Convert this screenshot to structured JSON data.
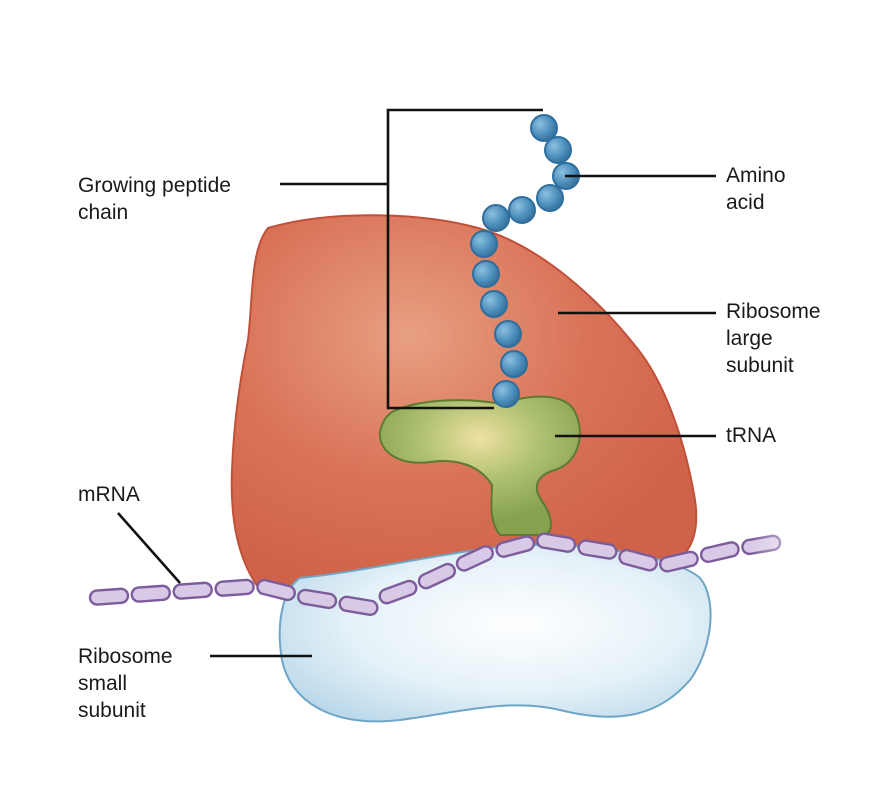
{
  "labels": {
    "peptide_chain": [
      "Growing peptide",
      "chain"
    ],
    "amino_acid": [
      "Amino",
      "acid"
    ],
    "large_subunit": [
      "Ribosome",
      "large",
      "subunit"
    ],
    "trna": [
      "tRNA"
    ],
    "mrna": [
      "mRNA"
    ],
    "small_subunit": [
      "Ribosome",
      "small",
      "subunit"
    ]
  },
  "colors": {
    "large_subunit": "#d5694e",
    "large_subunit_outline": "#c1503a",
    "small_subunit": "#d4e9f3",
    "small_subunit_outline": "#6fa6c8",
    "trna": "#93ad5c",
    "trna_outline": "#5f7a32",
    "amino_acid": "#4e8fbc",
    "amino_acid_outline": "#2f6f9e",
    "mrna": "#d8c9e6",
    "mrna_outline": "#7d5c9c",
    "leader_line": "#111111"
  }
}
